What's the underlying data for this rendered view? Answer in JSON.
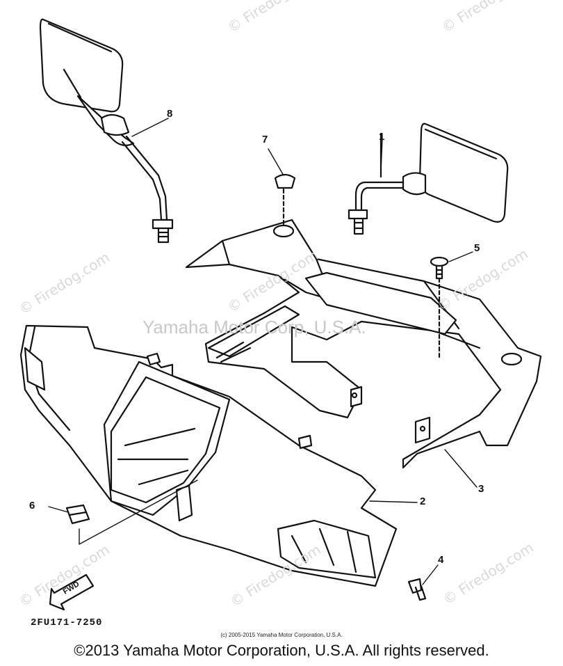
{
  "diagram": {
    "callouts": [
      {
        "id": "c1",
        "label": "1"
      },
      {
        "id": "c2",
        "label": "2"
      },
      {
        "id": "c3",
        "label": "3"
      },
      {
        "id": "c4",
        "label": "4"
      },
      {
        "id": "c5",
        "label": "5"
      },
      {
        "id": "c6",
        "label": "6"
      },
      {
        "id": "c7",
        "label": "7"
      },
      {
        "id": "c8",
        "label": "8"
      }
    ],
    "direction_label": "FWD",
    "part_code": "2FU171-7250",
    "center_watermark": "Yamaha Motor Corp, U.S.A.",
    "small_copyright": "(c) 2005-2015 Yamaha Motor Corporation, U.S.A.",
    "copyright": "©2013 Yamaha Motor Corporation, U.S.A. All rights reserved.",
    "watermark_text": "© Firedog.com"
  }
}
